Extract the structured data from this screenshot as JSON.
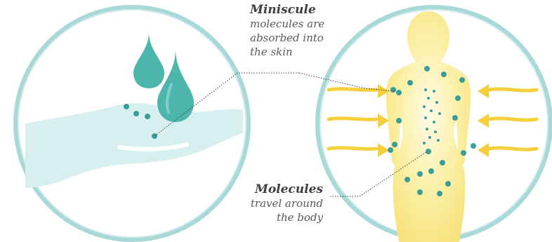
{
  "labels": {
    "absorb": {
      "title": "Miniscule",
      "lines": [
        "molecules are",
        "absorbed into",
        "the skin"
      ]
    },
    "travel": {
      "title": "Molecules",
      "lines": [
        "travel around",
        "the body"
      ]
    }
  },
  "colors": {
    "ring": "#a9d8d8",
    "droplet": "#4db6ac",
    "hand": "#d7efef",
    "dot": "#3a9e98",
    "body_light": "#fdf6c8",
    "body_mid": "#faeb91",
    "arrow": "#f6cf3d",
    "leader": "#3b3f41"
  },
  "icons": {
    "left_panel": [
      "droplet-icon",
      "hand-icon"
    ],
    "right_panel": [
      "body-silhouette-icon",
      "arrow-icon"
    ]
  }
}
